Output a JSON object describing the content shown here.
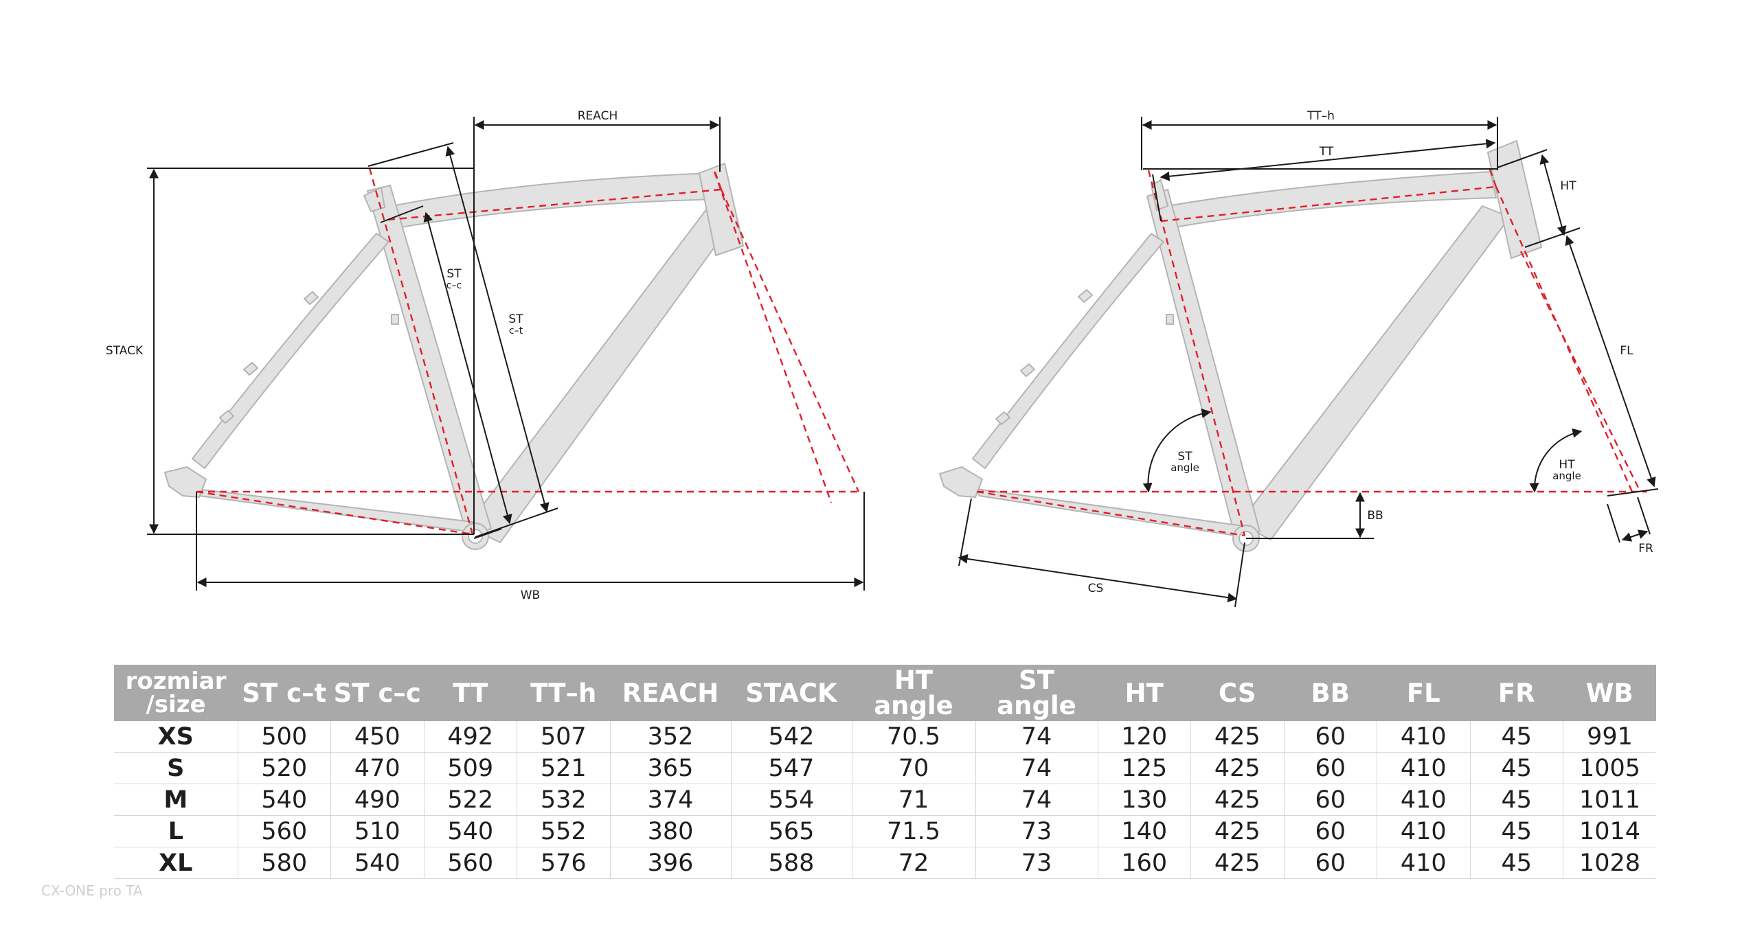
{
  "labels": {
    "reach": "REACH",
    "stack": "STACK",
    "st_cc_top": "ST",
    "st_cc_bottom": "c–c",
    "st_ct_top": "ST",
    "st_ct_bottom": "c–t",
    "wb": "WB",
    "tth": "TT–h",
    "tt": "TT",
    "ht": "HT",
    "fl": "FL",
    "st_angle_top": "ST",
    "st_angle_bottom": "angle",
    "ht_angle_top": "HT",
    "ht_angle_bottom": "angle",
    "bb": "BB",
    "cs": "CS",
    "fr": "FR"
  },
  "table": {
    "headers": [
      "rozmiar\n/size",
      "ST c–t",
      "ST c–c",
      "TT",
      "TT–h",
      "REACH",
      "STACK",
      "HT angle",
      "ST angle",
      "HT",
      "CS",
      "BB",
      "FL",
      "FR",
      "WB"
    ],
    "rows": [
      [
        "XS",
        "500",
        "450",
        "492",
        "507",
        "352",
        "542",
        "70.5",
        "74",
        "120",
        "425",
        "60",
        "410",
        "45",
        "991"
      ],
      [
        "S",
        "520",
        "470",
        "509",
        "521",
        "365",
        "547",
        "70",
        "74",
        "125",
        "425",
        "60",
        "410",
        "45",
        "1005"
      ],
      [
        "M",
        "540",
        "490",
        "522",
        "532",
        "374",
        "554",
        "71",
        "74",
        "130",
        "425",
        "60",
        "410",
        "45",
        "1011"
      ],
      [
        "L",
        "560",
        "510",
        "540",
        "552",
        "380",
        "565",
        "71.5",
        "73",
        "140",
        "425",
        "60",
        "410",
        "45",
        "1014"
      ],
      [
        "XL",
        "580",
        "540",
        "560",
        "576",
        "396",
        "588",
        "72",
        "73",
        "160",
        "425",
        "60",
        "410",
        "45",
        "1028"
      ]
    ]
  },
  "footnote": "CX-ONE pro TA",
  "colors": {
    "frame_fill": "#e2e2e2",
    "frame_stroke": "#b4b4b4",
    "dimension_line": "#1a1a1a",
    "geometry_dash": "#e0202a",
    "header_bg": "#a9a9a9"
  }
}
